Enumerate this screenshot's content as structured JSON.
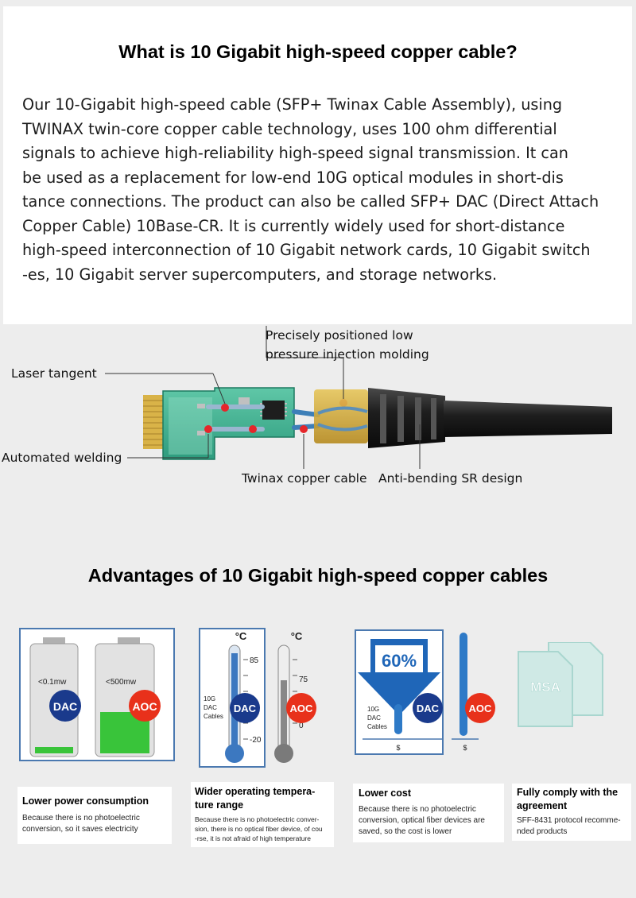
{
  "section1": {
    "title": "What is 10 Gigabit high-speed copper cable?",
    "intro_lines": [
      "Our 10-Gigabit high-speed cable (SFP+ Twinax Cable Assembly), using",
      "TWINAX twin-core copper cable technology, uses 100 ohm differential",
      "signals to achieve high-reliability high-speed signal transmission. It can",
      "be used as a replacement for low-end 10G optical modules in short-dis",
      "tance connections. The product can also be called SFP+ DAC (Direct Attach",
      "Copper Cable) 10Base-CR. It is currently widely used for short-distance",
      "high-speed interconnection of 10 Gigabit network cards, 10 Gigabit switch",
      "-es, 10 Gigabit server supercomputers, and storage networks."
    ]
  },
  "diagram": {
    "callouts": {
      "laser_tangent": "Laser tangent",
      "automated_welding": "Automated welding",
      "molding_line1": "Precisely positioned low",
      "molding_line2": "pressure injection molding",
      "twinax": "Twinax copper cable",
      "anti_bending": "Anti-bending SR design"
    }
  },
  "section2": {
    "title": "Advantages of 10 Gigabit high-speed copper cables",
    "badges": {
      "dac": "DAC",
      "aoc": "AOC"
    },
    "power": {
      "dac_value": "<0.1mw",
      "aoc_value": "<500mw"
    },
    "temperature": {
      "unit": "°C",
      "dac_high": "85",
      "dac_low": "-20",
      "aoc_high": "75",
      "aoc_low": "0",
      "dac_label_lines": [
        "10G",
        "DAC",
        "Cables"
      ]
    },
    "cost": {
      "percent": "60%",
      "dac_label_lines": [
        "10G",
        "DAC",
        "Cables"
      ],
      "currency": "$"
    },
    "msa": {
      "label": "MSA"
    },
    "cards": [
      {
        "title_lines": [
          "Lower power consumption"
        ],
        "desc_lines": [
          "Because there is no photoelectric",
          "conversion, so it saves electricity"
        ]
      },
      {
        "title_lines": [
          "Wider operating tempera-",
          "ture range"
        ],
        "desc_lines": [
          "Because there is no photoelectric conver-",
          "sion, there is no optical fiber device, of cou",
          "-rse, it is not afraid of high temperature"
        ]
      },
      {
        "title_lines": [
          "Lower cost"
        ],
        "desc_lines": [
          "Because there is no photoelectric",
          "conversion, optical fiber devices are",
          "saved, so the cost is lower"
        ]
      },
      {
        "title_lines": [
          "Fully comply with the",
          "agreement"
        ],
        "desc_lines": [
          "SFF-8431 protocol recomme-",
          "nded products"
        ]
      }
    ]
  }
}
